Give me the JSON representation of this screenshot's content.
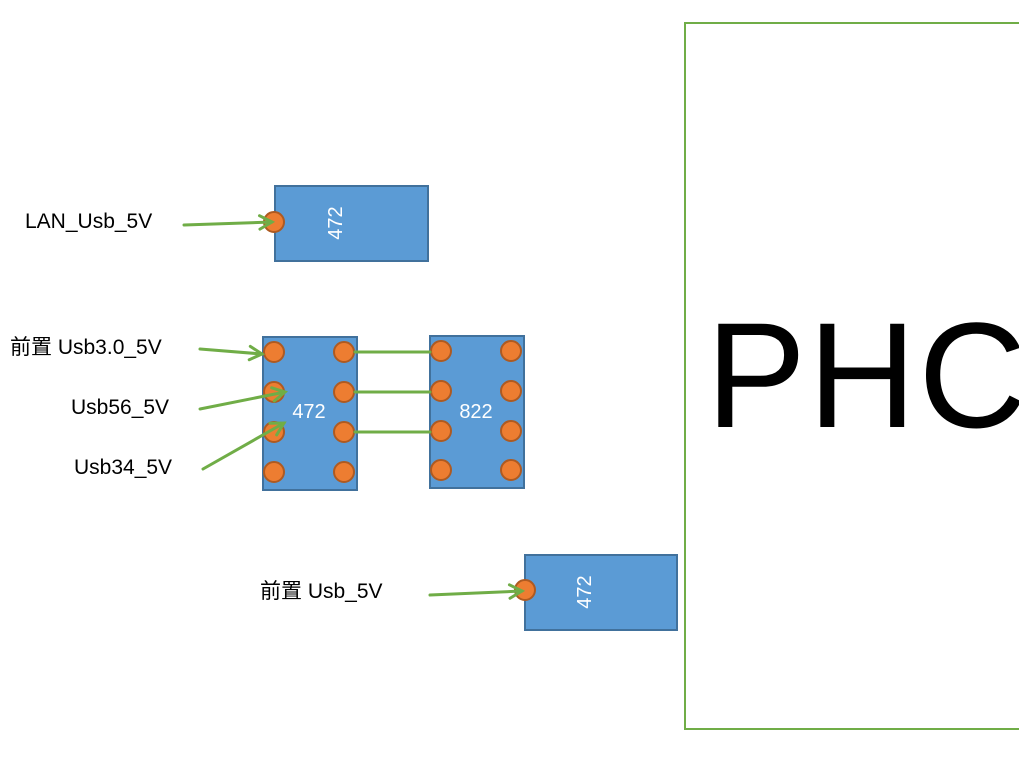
{
  "labels": {
    "lan": "LAN_Usb_5V",
    "front_usb30": "前置 Usb3.0_5V",
    "usb56": "Usb56_5V",
    "usb34": "Usb34_5V",
    "front_usb": "前置 Usb_5V"
  },
  "components": {
    "top_resistor": "472",
    "array_left": "472",
    "array_right": "822",
    "bottom_resistor": "472",
    "chip": "PHC"
  },
  "colors": {
    "component_fill": "#5B9BD5",
    "pin": "#ED7D31",
    "wire": "#70AD47"
  }
}
